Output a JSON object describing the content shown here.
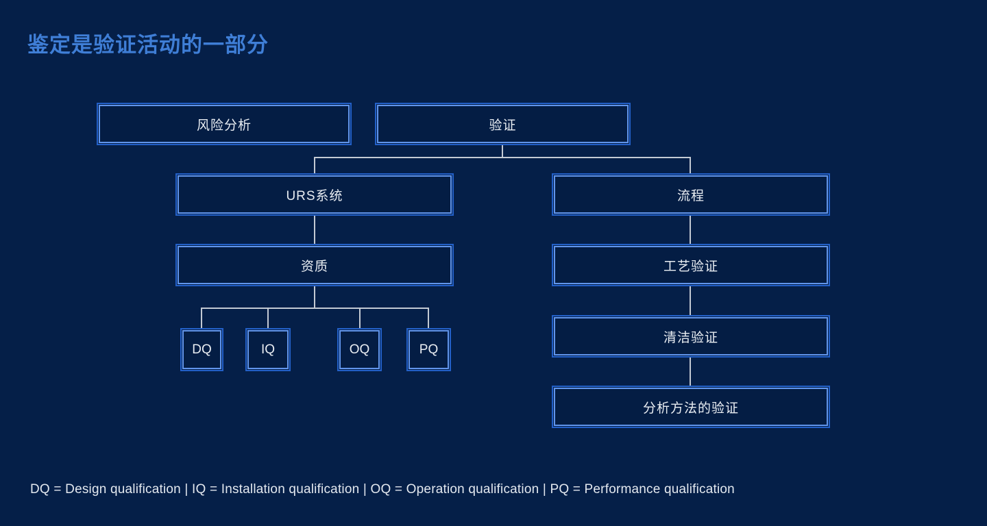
{
  "page": {
    "title": "鉴定是验证活动的一部分",
    "footer": "DQ = Design qualification | IQ = Installation qualification | OQ = Operation qualification | PQ = Performance qualification"
  },
  "colors": {
    "background": "#051f48",
    "box_fill": "#041d44",
    "box_border": "#2360c8",
    "box_border_inner": "#6195ec",
    "title": "#3f7ed6",
    "node_text": "#e9edf2",
    "connector": "#c4cad4",
    "footer_text": "#e3e8ef"
  },
  "diagram": {
    "nodes": {
      "risk_analysis": "风险分析",
      "validation": "验证",
      "urs_system": "URS系统",
      "process": "流程",
      "qualification": "资质",
      "process_validation": "工艺验证",
      "cleaning_validation": "清洁验证",
      "analytical_method_validation": "分析方法的验证",
      "dq": "DQ",
      "iq": "IQ",
      "oq": "OQ",
      "pq": "PQ"
    }
  }
}
